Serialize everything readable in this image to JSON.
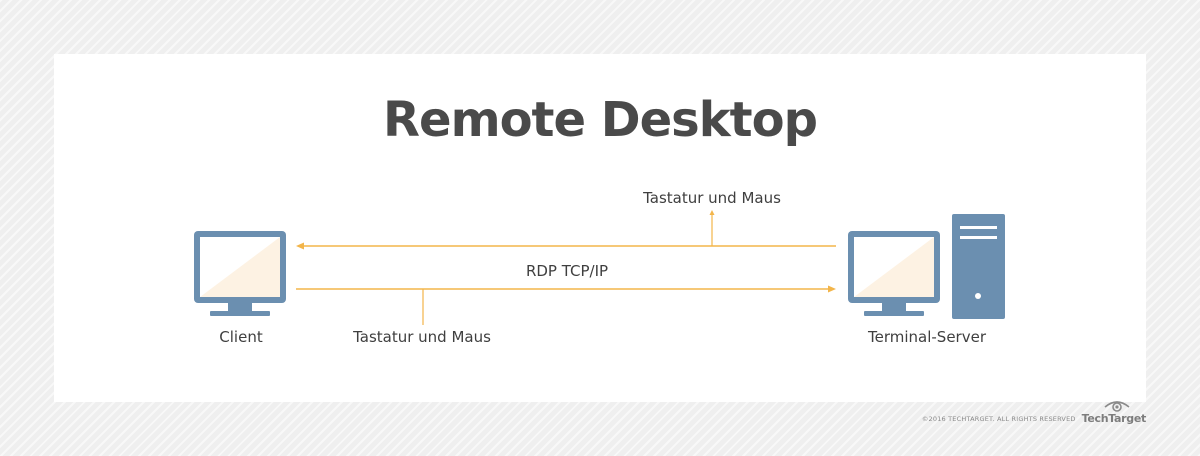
{
  "title": "Remote Desktop",
  "labels": {
    "top_arrow": "Tastatur und Maus",
    "protocol": "RDP TCP/IP",
    "bottom_arrow": "Tastatur und Maus",
    "client": "Client",
    "server": "Terminal-Server"
  },
  "footer": {
    "copyright": "©2016 TECHTARGET. ALL RIGHTS RESERVED",
    "brand": "TechTarget"
  },
  "colors": {
    "monitor": "#6b8fb0",
    "screen_fill": "#fdf2e3",
    "arrow": "#f3b54a",
    "title": "#4a4a4a"
  }
}
